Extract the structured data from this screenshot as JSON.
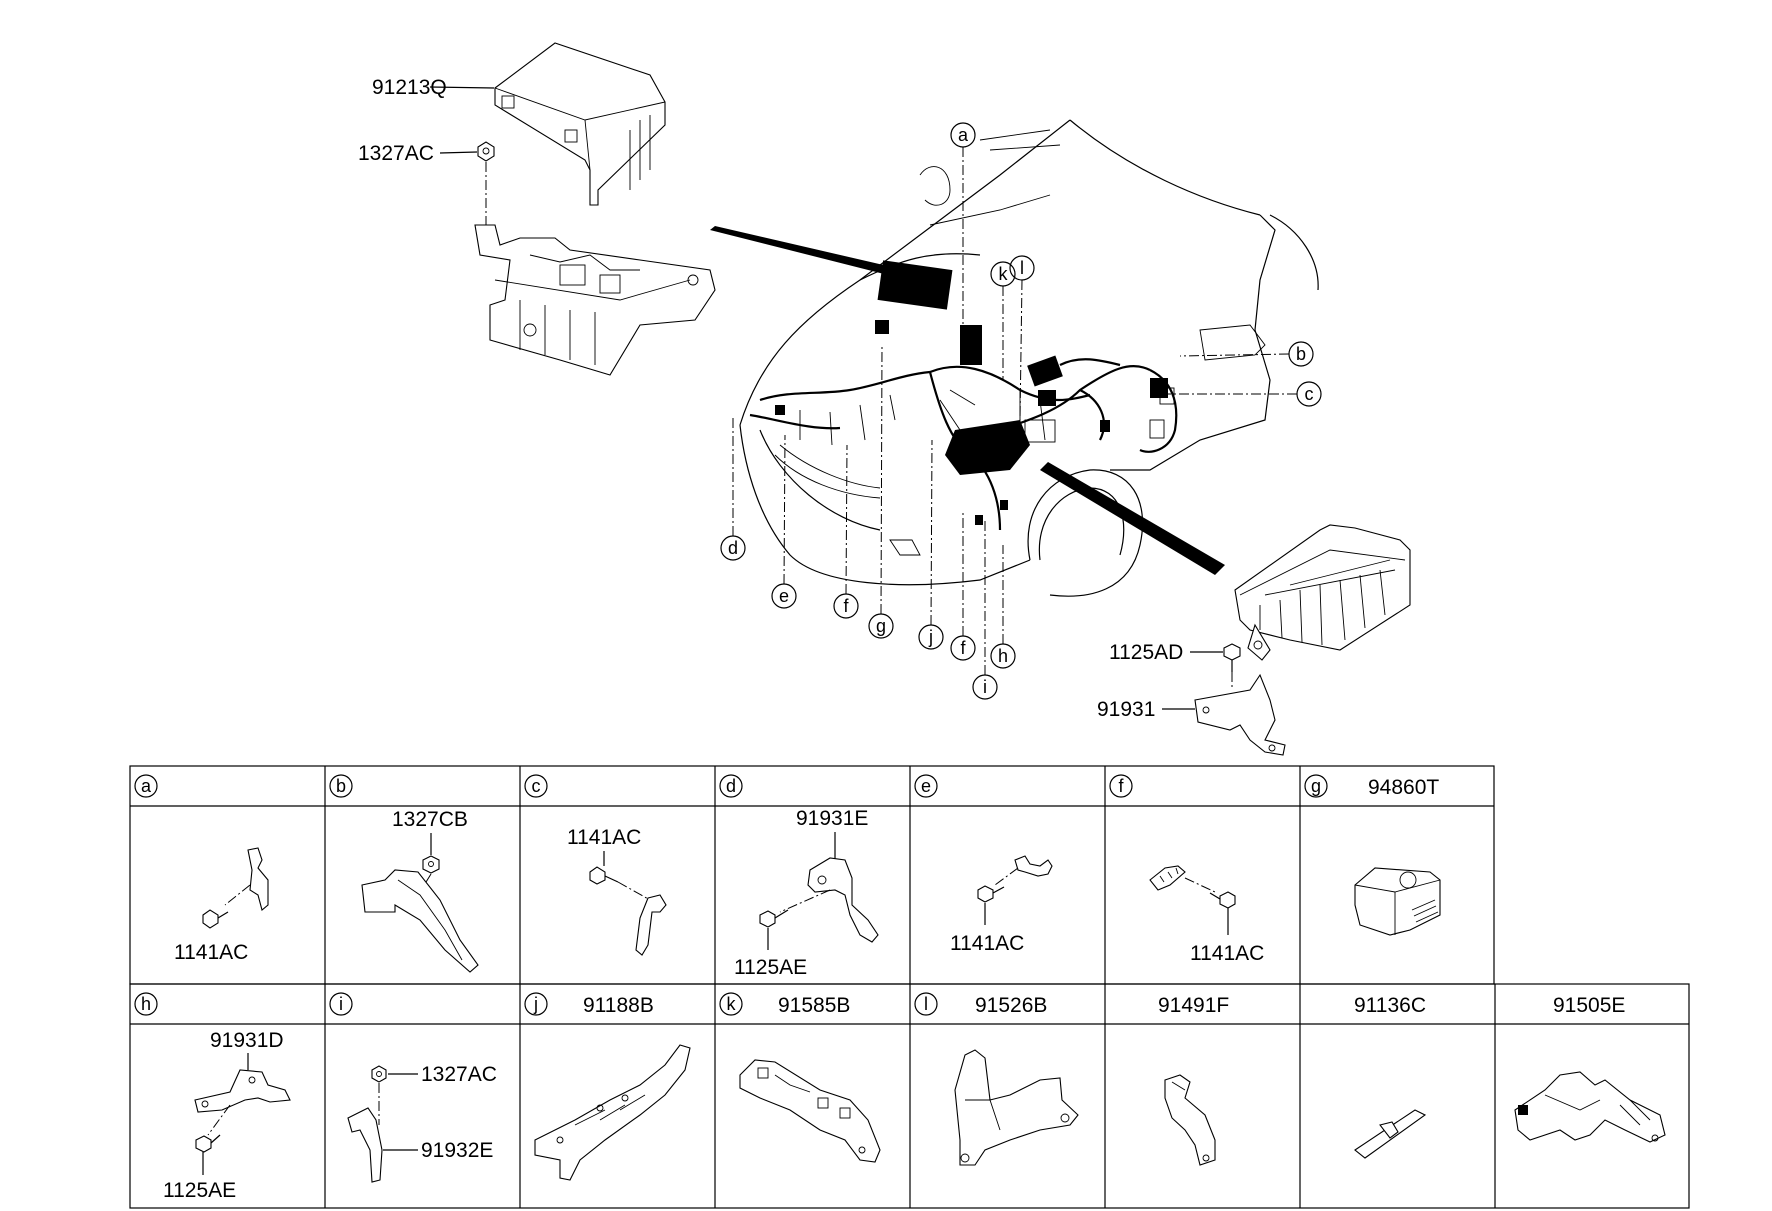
{
  "main_diagram": {
    "labels": {
      "fuse_box_cover": "91213Q",
      "nut_top": "1327AC",
      "bolt_right": "1125AD",
      "bracket_right": "91931"
    },
    "callouts": [
      "a",
      "b",
      "c",
      "d",
      "e",
      "f",
      "g",
      "j",
      "f",
      "h",
      "i",
      "k",
      "l"
    ]
  },
  "detail_table": {
    "row1": [
      {
        "letter": "a",
        "title": "",
        "parts": [
          "1141AC"
        ]
      },
      {
        "letter": "b",
        "title": "",
        "parts": [
          "1327CB"
        ]
      },
      {
        "letter": "c",
        "title": "",
        "parts": [
          "1141AC"
        ]
      },
      {
        "letter": "d",
        "title": "",
        "parts": [
          "91931E",
          "1125AE"
        ]
      },
      {
        "letter": "e",
        "title": "",
        "parts": [
          "1141AC"
        ]
      },
      {
        "letter": "f",
        "title": "",
        "parts": [
          "1141AC"
        ]
      },
      {
        "letter": "g",
        "title": "94860T",
        "parts": []
      }
    ],
    "row2": [
      {
        "letter": "h",
        "title": "",
        "parts": [
          "91931D",
          "1125AE"
        ]
      },
      {
        "letter": "i",
        "title": "",
        "parts": [
          "1327AC",
          "91932E"
        ]
      },
      {
        "letter": "j",
        "title": "91188B",
        "parts": []
      },
      {
        "letter": "k",
        "title": "91585B",
        "parts": []
      },
      {
        "letter": "l",
        "title": "91526B",
        "parts": []
      },
      {
        "letter": "",
        "title": "91491F",
        "parts": []
      },
      {
        "letter": "",
        "title": "91136C",
        "parts": []
      },
      {
        "letter": "",
        "title": "91505E",
        "parts": []
      }
    ]
  }
}
